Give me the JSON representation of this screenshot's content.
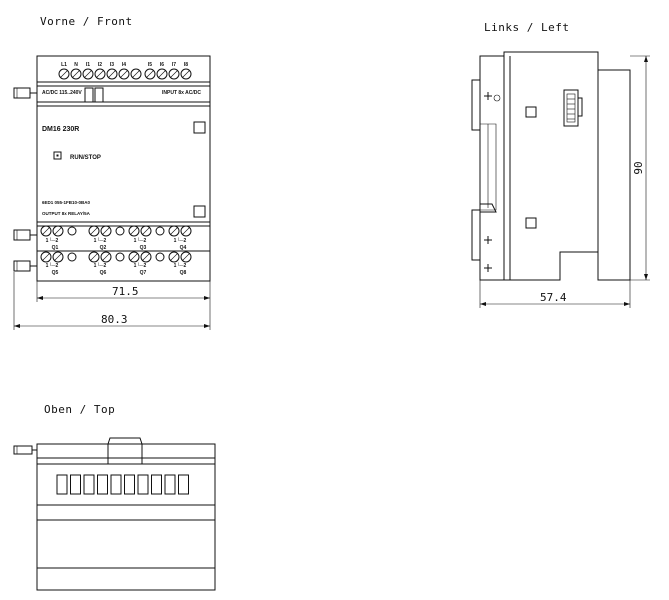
{
  "views": {
    "front_title": "Vorne / Front",
    "left_title": "Links / Left",
    "top_title": "Oben / Top"
  },
  "front": {
    "terminal_labels_top": [
      "L1",
      "N",
      "I1",
      "I2",
      "I3",
      "I4",
      "I5",
      "I6",
      "I7",
      "I8"
    ],
    "supply_label": "AC/DC 115..240V",
    "input_label": "INPUT 8x AC/DC",
    "model": "DM16 230R",
    "run_stop": "RUN/STOP",
    "order_number": "6ED1 055-1FB10-0BA0",
    "output_label": "OUTPUT 8x RELAY/5A",
    "relay_pin_text": "1└─2",
    "outputs_upper": [
      "Q1",
      "Q2",
      "Q3",
      "Q4"
    ],
    "outputs_lower": [
      "Q5",
      "Q6",
      "Q7",
      "Q8"
    ]
  },
  "dimensions": {
    "front_inner_width": "71.5",
    "front_total_width": "80.3",
    "side_depth": "57.4",
    "side_height": "90"
  }
}
